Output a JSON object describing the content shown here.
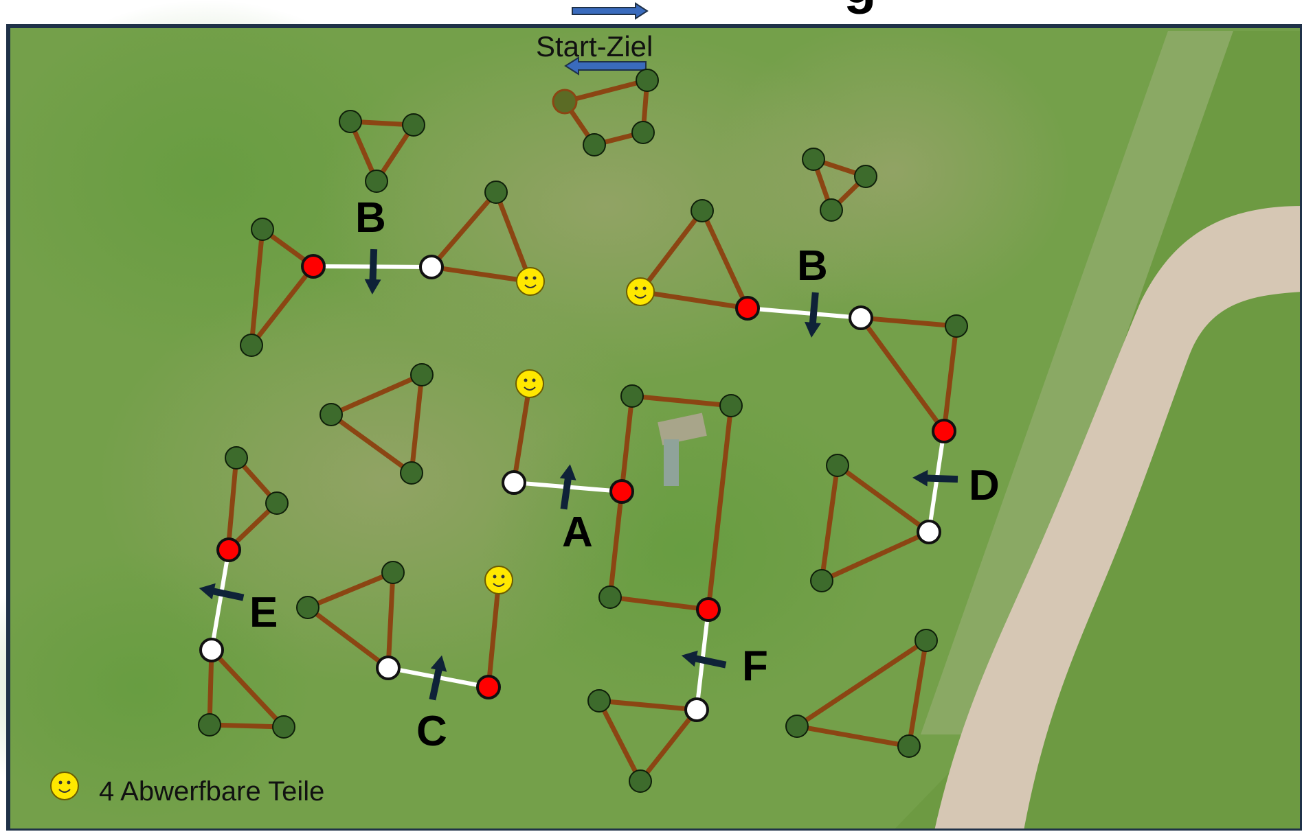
{
  "header": {
    "title_fragment": "g"
  },
  "start": {
    "label": "Start-Ziel"
  },
  "legend": {
    "text": "4 Abwerfbare Teile",
    "icon": "smiley-icon"
  },
  "gates": [
    {
      "label": "A"
    },
    {
      "label": "B"
    },
    {
      "label": "B"
    },
    {
      "label": "C"
    },
    {
      "label": "D"
    },
    {
      "label": "E"
    },
    {
      "label": "F"
    }
  ],
  "colors": {
    "frame": "#1f3148",
    "grass": "#6f9b45",
    "path": "#d8c9b6",
    "rail": "#8b4513",
    "post": "#3d6b2c",
    "start_post": "#8b4513",
    "gate_line": "#ffffff",
    "red_marker": "#ff0000",
    "white_marker": "#ffffff",
    "smiley": "#ffe800",
    "arrow_dark": "#0f2238",
    "arrow_blue": "#3a6bbd"
  }
}
